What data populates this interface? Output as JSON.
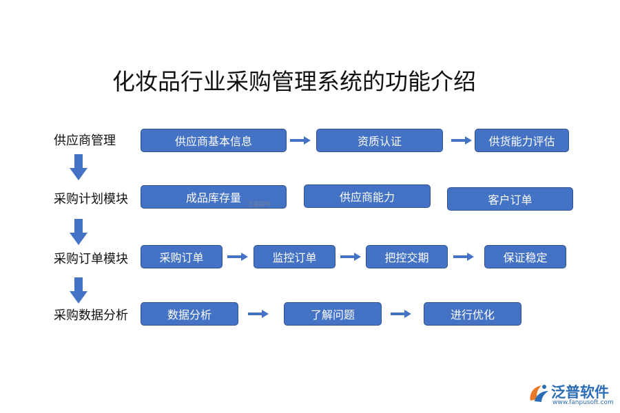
{
  "title": "化妆品行业采购管理系统的功能介绍",
  "rows": [
    {
      "label": "供应商管理",
      "boxes": [
        "供应商基本信息",
        "资质认证",
        "供货能力评估"
      ]
    },
    {
      "label": "采购计划模块",
      "boxes": [
        "成品库存量",
        "供应商能力",
        "客户订单"
      ]
    },
    {
      "label": "采购订单模块",
      "boxes": [
        "采购订单",
        "监控订单",
        "把控交期",
        "保证稳定"
      ]
    },
    {
      "label": "采购数据分析",
      "boxes": [
        "数据分析",
        "了解问题",
        "进行优化"
      ]
    }
  ],
  "colors": {
    "box_fill": "#4472C4",
    "box_border": "#2F528F",
    "arrow": "#4472C4",
    "text": "#111111"
  },
  "watermark": "泛普软件",
  "brand": {
    "name": "泛普软件",
    "url": "www.fanpusoft.com",
    "logo_icon": "fanpu-logo-icon"
  }
}
